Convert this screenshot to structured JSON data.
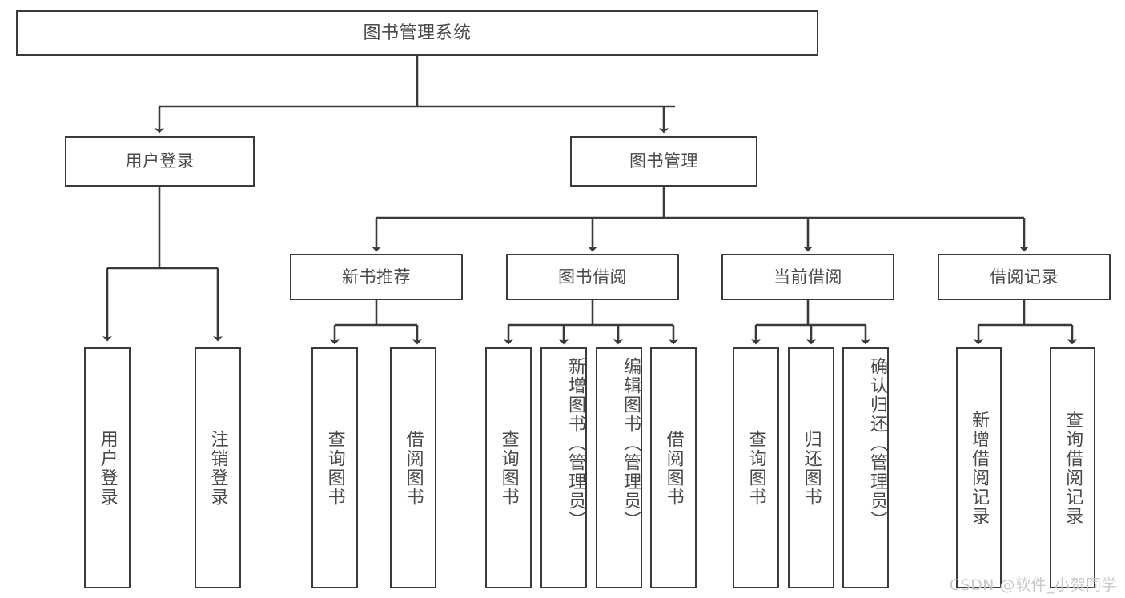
{
  "diagram": {
    "title": "图书管理系统",
    "type": "tree-hierarchy",
    "watermark": "CSDN @软件_小贺同学",
    "colors": {
      "stroke": "#3a3a3a",
      "text": "#4a4a4a",
      "background": "#ffffff",
      "watermark": "#c9c9c9"
    },
    "root": {
      "label": "图书管理系统"
    },
    "level1": [
      {
        "label": "用户登录"
      },
      {
        "label": "图书管理"
      }
    ],
    "level2": [
      {
        "label": "新书推荐"
      },
      {
        "label": "图书借阅"
      },
      {
        "label": "当前借阅"
      },
      {
        "label": "借阅记录"
      }
    ],
    "leaves": {
      "user_login": [
        {
          "label": "用户登录"
        },
        {
          "label": "注销登录"
        }
      ],
      "new_book_recommend": [
        {
          "label": "查询图书"
        },
        {
          "label": "借阅图书"
        }
      ],
      "book_borrow": [
        {
          "label": "查询图书"
        },
        {
          "label": "新增图书（管理员）"
        },
        {
          "label": "编辑图书（管理员）"
        },
        {
          "label": "借阅图书"
        }
      ],
      "current_borrow": [
        {
          "label": "查询图书"
        },
        {
          "label": "归还图书"
        },
        {
          "label": "确认归还（管理员）"
        }
      ],
      "borrow_record": [
        {
          "label": "新增借阅记录"
        },
        {
          "label": "查询借阅记录"
        }
      ]
    }
  }
}
